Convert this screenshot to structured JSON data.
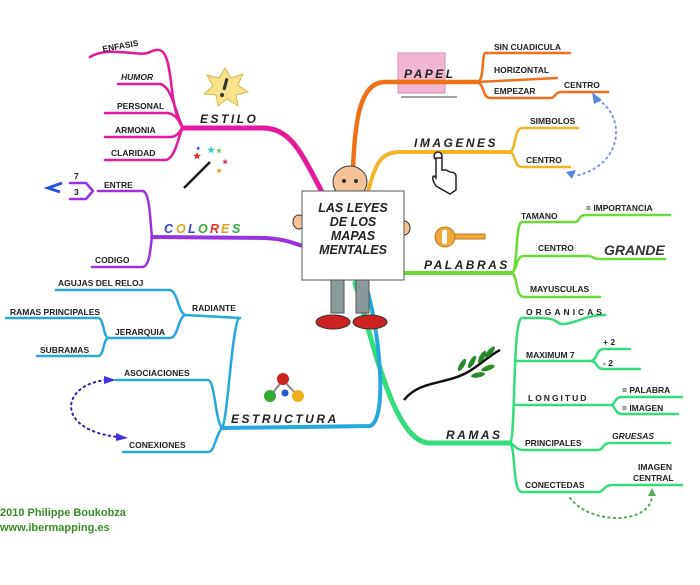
{
  "center": {
    "line1": "LAS LEYES",
    "line2": "DE LOS",
    "line3": "MAPAS",
    "line4": "MENTALES"
  },
  "colors": {
    "estilo": "#e5199b",
    "colores": "#9933dd",
    "papel": "#f07018",
    "imagenes": "#f0b424",
    "palabras": "#6bdc36",
    "ramas": "#33dd7a",
    "estructura": "#25a8dc"
  },
  "estilo": {
    "label": "ESTILO",
    "items": [
      "ENFASIS",
      "HUMOR",
      "PERSONAL",
      "ARMONIA",
      "CLARIDAD"
    ]
  },
  "colores": {
    "label_letters": [
      "C",
      "O",
      "L",
      "O",
      "R",
      "E",
      "S"
    ],
    "entre": "ENTRE",
    "n7": "7",
    "n3": "3",
    "codigo": "CODIGO"
  },
  "papel": {
    "label": "PAPEL",
    "sin_cuadicula": "SIN CUADICULA",
    "horizontal": "HORIZONTAL",
    "empezar": "EMPEZAR",
    "centro": "CENTRO"
  },
  "imagenes": {
    "label": "IMAGENES",
    "simbolos": "SIMBOLOS",
    "centro": "CENTRO"
  },
  "palabras": {
    "label": "PALABRAS",
    "tamano": "TAMANO",
    "importancia": "= IMPORTANCIA",
    "centro": "CENTRO",
    "grande": "GRANDE",
    "mayusculas": "MAYUSCULAS"
  },
  "ramas": {
    "label": "RAMAS",
    "organicas": "ORGANICAS",
    "maximum": "MAXIMUM 7",
    "plus2": "+ 2",
    "minus2": "- 2",
    "longitud": "LONGITUD",
    "eq_palabra": "= PALABRA",
    "eq_imagen": "= IMAGEN",
    "principales": "PRINCIPALES",
    "gruesas": "GRUESAS",
    "conectedas": "CONECTEDAS",
    "imagen": "IMAGEN",
    "central": "CENTRAL"
  },
  "estructura": {
    "label": "ESTRUCTURA",
    "radiante": "RADIANTE",
    "agujas": "AGUJAS DEL RELOJ",
    "jerarquia": "JERARQUIA",
    "ramas_principales": "RAMAS PRINCIPALES",
    "subramas": "SUBRAMAS",
    "asociaciones": "ASOCIACIONES",
    "conexiones": "CONEXIONES"
  },
  "footer": {
    "copyright": "2010 Philippe Boukobza",
    "url": "www.ibermapping.es"
  }
}
